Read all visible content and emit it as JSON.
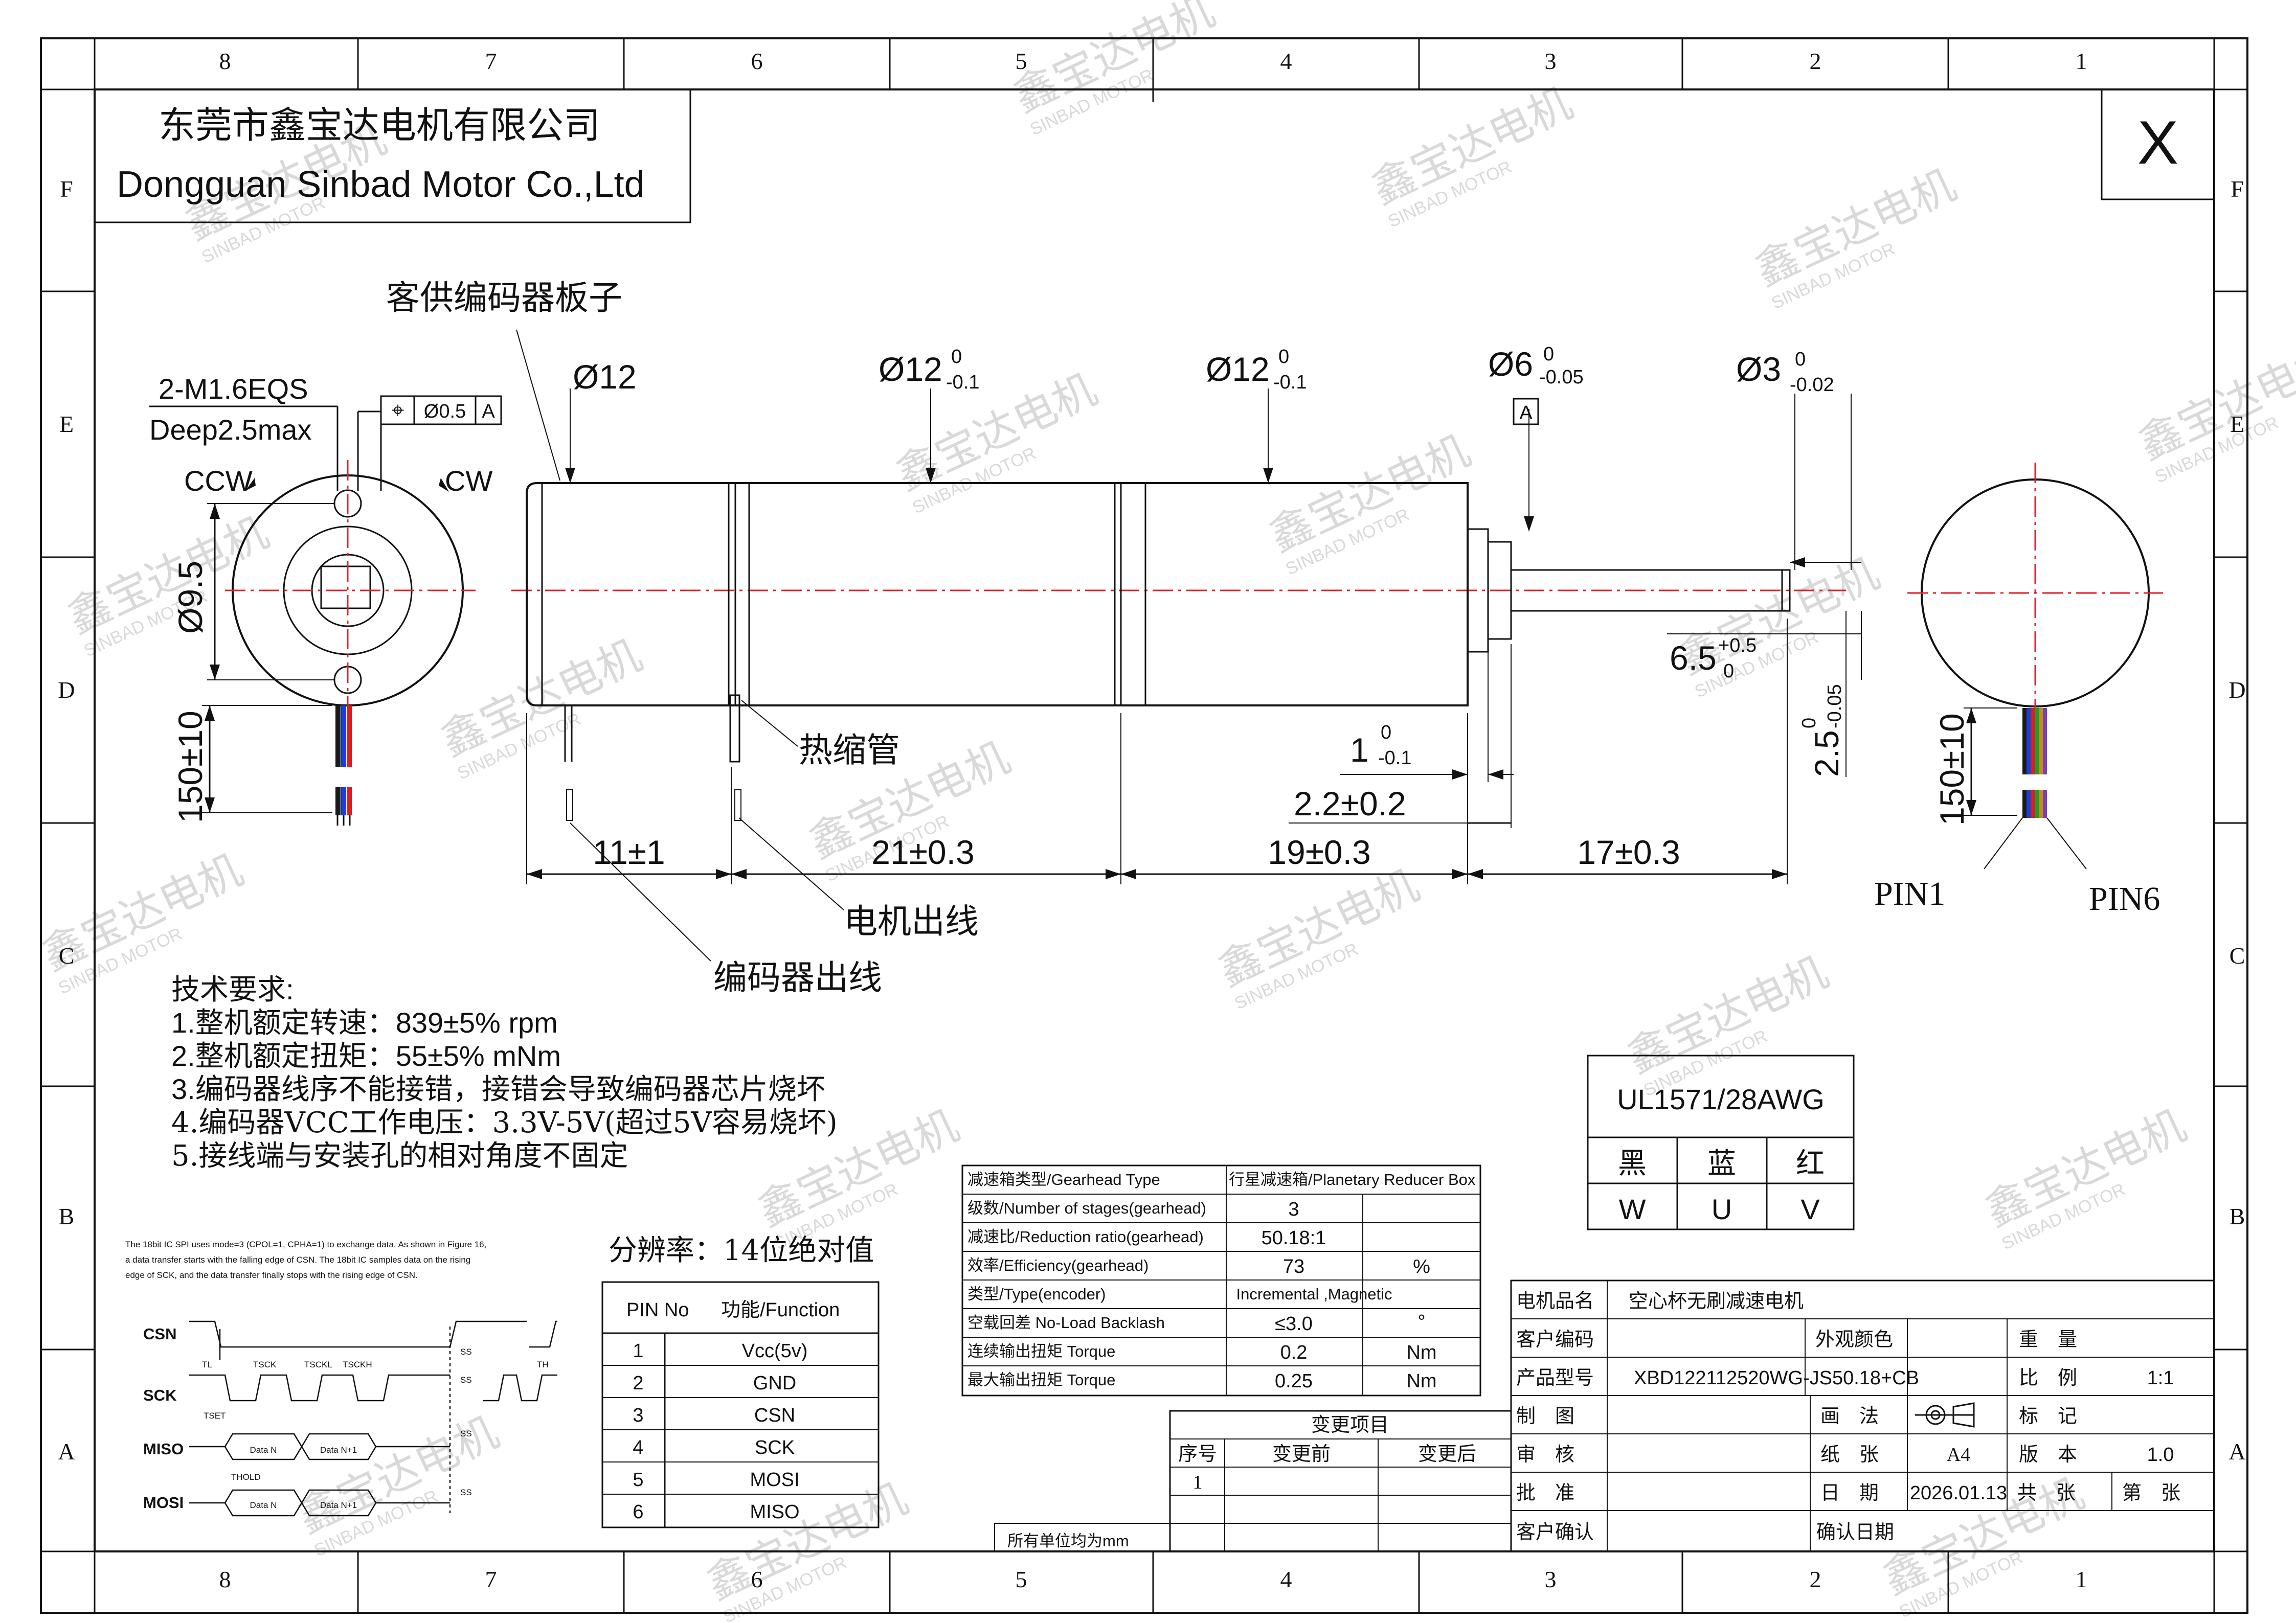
{
  "frame": {
    "columns": [
      "8",
      "7",
      "6",
      "5",
      "4",
      "3",
      "2",
      "1"
    ],
    "rows": [
      "F",
      "E",
      "D",
      "C",
      "B",
      "A"
    ]
  },
  "company": {
    "cn": "东莞市鑫宝达电机有限公司",
    "en": "Dongguan Sinbad Motor Co.,Ltd"
  },
  "revision_mark": "X",
  "watermark": {
    "cn": "鑫宝达电机",
    "en": "SINBAD MOTOR"
  },
  "labels": {
    "encoder_board": "客供编码器板子",
    "heat_shrink": "热缩管",
    "motor_lead": "电机出线",
    "encoder_lead": "编码器出线",
    "pin1": "PIN1",
    "pin6": "PIN6",
    "thread": "2-M1.6EQS",
    "depth": "Deep2.5max",
    "gdt_symbol": "⌖",
    "gdt_tol": "Ø0.5",
    "gdt_datum": "A",
    "datum_a": "A",
    "ccw": "CCW",
    "cw": "CW"
  },
  "dimensions": {
    "d12": "Ø12",
    "d12a_main": "Ø12",
    "d12a_up": "0",
    "d12a_low": "-0.1",
    "d12b_main": "Ø12",
    "d12b_up": "0",
    "d12b_low": "-0.1",
    "d6_main": "Ø6",
    "d6_up": "0",
    "d6_low": "-0.05",
    "d3_main": "Ø3",
    "d3_up": "0",
    "d3_low": "-0.02",
    "d9_5": "Ø9.5",
    "lead_left": "150±10",
    "lead_right": "150±10",
    "len_11": "11±1",
    "len_21": "21±0.3",
    "len_19": "19±0.3",
    "len_17": "17±0.3",
    "len_2_2": "2.2±0.2",
    "len_1_main": "1",
    "len_1_up": "0",
    "len_1_low": "-0.1",
    "len_6_5_main": "6.5",
    "len_6_5_up": "+0.5",
    "len_6_5_low": "0",
    "len_2_5_main": "2.5",
    "len_2_5_up": "0",
    "len_2_5_low": "-0.05"
  },
  "requirements": {
    "title": "技术要求:",
    "lines": [
      "1.整机额定转速：839±5% rpm",
      "2.整机额定扭矩：55±5% mNm",
      "3.编码器线序不能接错，接错会导致编码器芯片烧坏",
      "4.编码器VCC工作电压：3.3V-5V(超过5V容易烧坏)",
      "5.接线端与安装孔的相对角度不固定"
    ]
  },
  "wire_table": {
    "title": "UL1571/28AWG",
    "colors": [
      "黑",
      "蓝",
      "红"
    ],
    "phases": [
      "W",
      "U",
      "V"
    ]
  },
  "spi_note": [
    "The 18bit IC SPI uses mode=3 (CPOL=1, CPHA=1) to exchange data. As shown in Figure 16,",
    "a data transfer starts with the falling edge of CSN. The 18bit IC samples data on the rising",
    "edge of SCK, and the data transfer finally stops with the rising edge of CSN."
  ],
  "timing": {
    "signals": [
      "CSN",
      "SCK",
      "MISO",
      "MOSI"
    ],
    "data_a": "Data N",
    "data_b": "Data N+1",
    "tl": "TL",
    "tsck": "TSCK",
    "tsckl": "TSCKL",
    "tsckh": "TSCKH",
    "th": "TH",
    "tset": "TSET",
    "thold": "THOLD",
    "ss": "SS"
  },
  "resolution": "分辨率：14位绝对值",
  "pin_table": {
    "headers": [
      "PIN No",
      "功能/Function"
    ],
    "rows": [
      [
        "1",
        "Vcc(5v)"
      ],
      [
        "2",
        "GND"
      ],
      [
        "3",
        "CSN"
      ],
      [
        "4",
        "SCK"
      ],
      [
        "5",
        "MOSI"
      ],
      [
        "6",
        "MISO"
      ]
    ]
  },
  "gear_table": {
    "rows": [
      [
        "减速箱类型/Gearhead Type",
        "行星减速箱/Planetary Reducer Box",
        ""
      ],
      [
        "级数/Number of stages(gearhead)",
        "3",
        ""
      ],
      [
        "减速比/Reduction ratio(gearhead)",
        "50.18:1",
        ""
      ],
      [
        "效率/Efficiency(gearhead)",
        "73",
        "%"
      ],
      [
        "类型/Type(encoder)",
        "Incremental ,Magnetic",
        ""
      ],
      [
        "空载回差 No-Load Backlash",
        "≤3.0",
        "°"
      ],
      [
        "连续输出扭矩 Torque",
        "0.2",
        "Nm"
      ],
      [
        "最大输出扭矩 Torque",
        "0.25",
        "Nm"
      ]
    ]
  },
  "change_table": {
    "title": "变更项目",
    "headers": [
      "序号",
      "变更前",
      "变更后"
    ],
    "row1": "1",
    "units_note": "所有单位均为mm"
  },
  "title_block": {
    "product_name_label": "电机品名",
    "product_name": "空心杯无刷减速电机",
    "customer_code_label": "客户编码",
    "appearance_color_label": "外观颜色",
    "weight_label": "重　量",
    "model_label": "产品型号",
    "model": "XBD122112520WG-JS50.18+CB",
    "scale_label": "比　例",
    "scale": "1:1",
    "drawn_label": "制　图",
    "method_label": "画　法",
    "mark_label": "标　记",
    "checked_label": "审　核",
    "paper_label": "纸　张",
    "paper": "A4",
    "version_label": "版　本",
    "version": "1.0",
    "approved_label": "批　准",
    "date_label": "日　期",
    "date": "2026.01.13",
    "total_label": "共　张",
    "sheet_label": "第　张",
    "customer_confirm_label": "客户确认",
    "confirm_date_label": "确认日期"
  }
}
